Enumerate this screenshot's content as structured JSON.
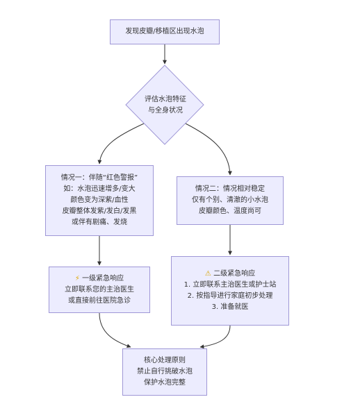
{
  "nodes": {
    "start": {
      "text": "发现皮瓣/移植区出现水泡"
    },
    "decision": {
      "lines": [
        "评估水泡特征",
        "与全身状况"
      ]
    },
    "case1": {
      "lines": [
        "情况一：伴随“红色警报”",
        "如：水泡迅速增多/变大",
        "颜色变为深紫/血性",
        "皮瓣整体发紫/发白/发黑",
        "或伴有剧痛、发烧"
      ]
    },
    "case2": {
      "lines": [
        "情况二：情况相对稳定",
        "仅有个别、清澈的小水泡",
        "皮瓣颜色、温度尚可"
      ]
    },
    "level1": {
      "icon": "⚡",
      "title": "一级紧急响应",
      "lines": [
        "立即联系您的主治医生",
        "或直接前往医院急诊"
      ]
    },
    "level2": {
      "icon": "⚠",
      "title": "二级紧急响应",
      "lines": [
        "1. 立即联系主治医生或护士站",
        "2. 按指导进行家庭初步处理",
        "3. 准备就医"
      ]
    },
    "core": {
      "lines": [
        "核心处理原则",
        "禁止自行挑破水泡",
        "保护水泡完整"
      ]
    }
  },
  "colors": {
    "node_fill": "#ececfe",
    "node_border": "#9f97d6",
    "edge": "#333333"
  }
}
